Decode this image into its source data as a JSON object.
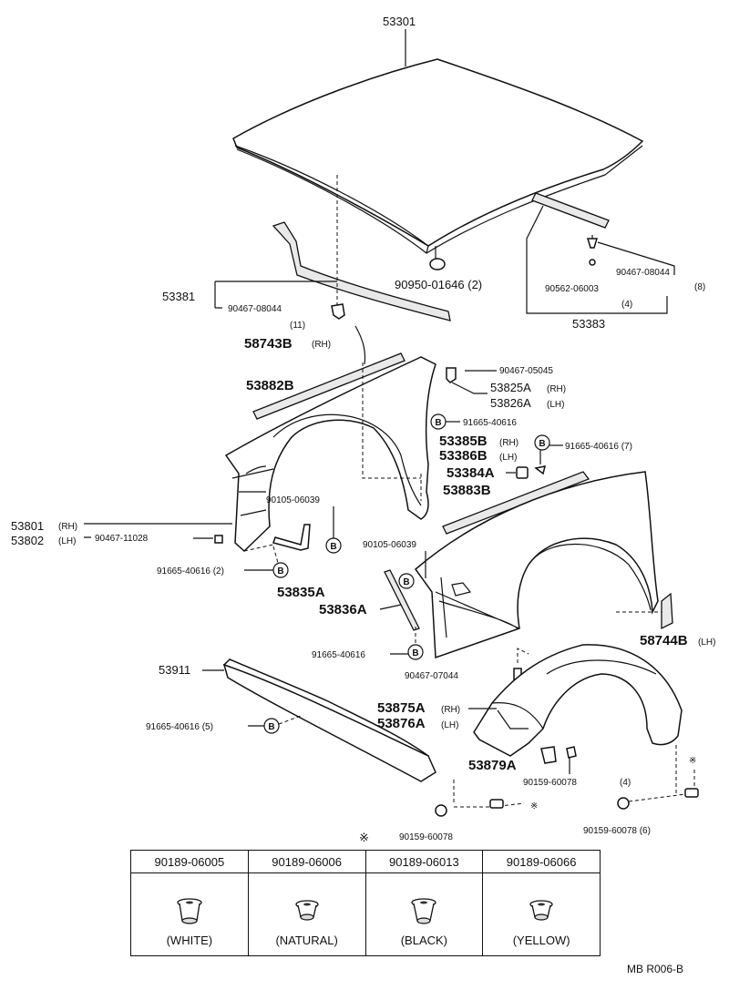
{
  "parts": {
    "hood": "53301",
    "hood_seal": "53381",
    "hood_seal_clip": "90467-08044",
    "hood_seal_clip_qty": "(11)",
    "hood_cushion": "90950-01646 (2)",
    "rear_seal_clip": "90467-08044",
    "rear_seal_clip_qty": "(8)",
    "rear_seal_grommet": "90562-06003",
    "rear_seal_grommet_qty": "(4)",
    "hood_rear_seal": "53383",
    "fender_seal_rh": "58743B",
    "fender_seal_rh_side": "(RH)",
    "clip_top": "90467-05045",
    "bracket_rh": "53825A",
    "bracket_rh_side": "(RH)",
    "bracket_lh": "53826A",
    "bracket_lh_side": "(LH)",
    "fender_liner_strip": "53882B",
    "nut_b1": "91665-40616",
    "fender_end_rh": "53385B",
    "fender_end_rh_side": "(RH)",
    "fender_end_lh": "53386B",
    "fender_end_lh_side": "(LH)",
    "nut_b2": "91665-40616 (7)",
    "fender_shim": "53384A",
    "fender_strip_r": "53883B",
    "bolt_left": "90105-06039",
    "bolt_right": "90105-06039",
    "fender_rh": "53801",
    "fender_rh_side": "(RH)",
    "fender_lh": "53802",
    "fender_lh_side": "(LH)",
    "fender_clip": "90467-11028",
    "nut_b3": "91665-40616 (2)",
    "splash_rh": "53835A",
    "splash_lh": "53836A",
    "wheel_seal_lh": "58744B",
    "wheel_seal_lh_side": "(LH)",
    "nut_b4": "91665-40616",
    "spoiler": "53911",
    "liner_clip": "90467-07044",
    "liner_rh": "53875A",
    "liner_rh_side": "(RH)",
    "liner_lh": "53876A",
    "liner_lh_side": "(LH)",
    "nut_b5": "91665-40616 (5)",
    "liner_bracket": "53879A",
    "screw_upper": "90159-60078",
    "screw_upper_qty": "(4)",
    "screw_bottom": "90159-60078",
    "screw_right": "90159-60078 (6)",
    "b_marker": "B",
    "ref_mark": "※"
  },
  "clip_table": {
    "mark": "※",
    "columns": [
      {
        "part": "90189-06005",
        "color": "(WHITE)"
      },
      {
        "part": "90189-06006",
        "color": "(NATURAL)"
      },
      {
        "part": "90189-06013",
        "color": "(BLACK)"
      },
      {
        "part": "90189-06066",
        "color": "(YELLOW)"
      }
    ]
  },
  "diagram_code": "MB  R006-B"
}
